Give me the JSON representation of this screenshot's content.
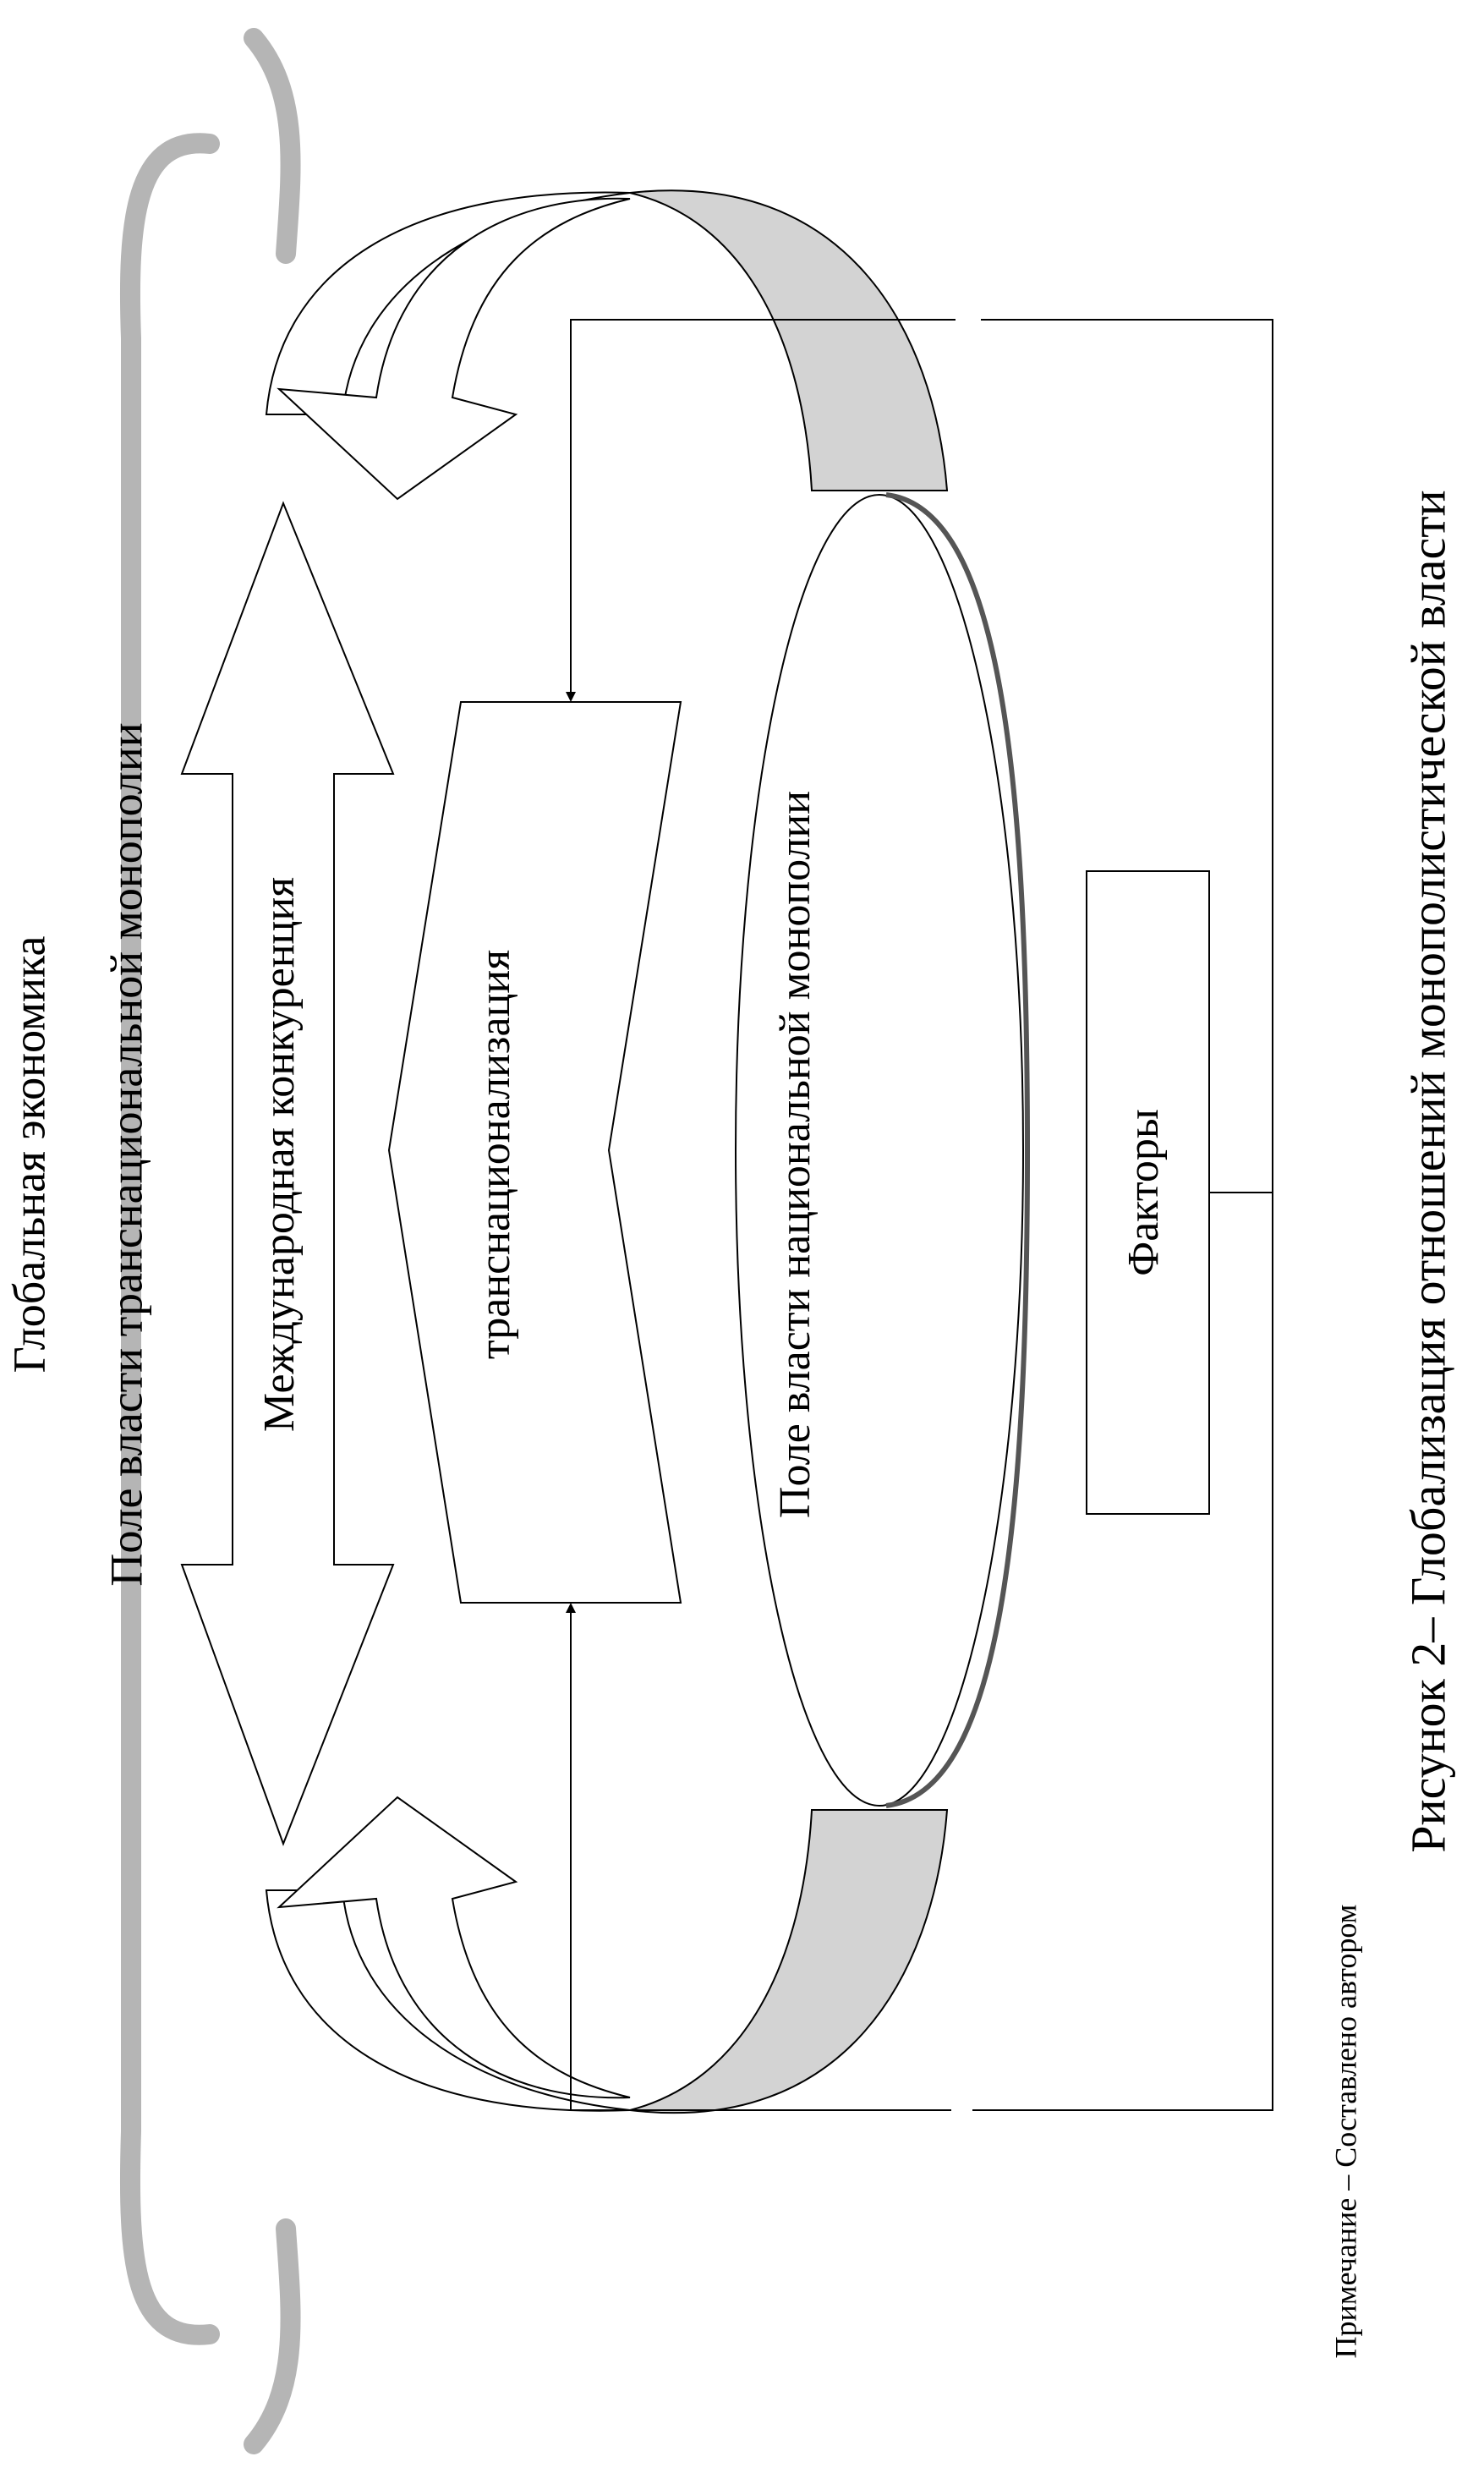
{
  "labels": {
    "global_economy": "Глобальная экономика",
    "transnational_field": "Поле власти транснациональной монополии",
    "international_competition": "Международная конкуренция",
    "transnationalization": "транснационализация",
    "national_field": "Поле власти национальной монополии",
    "factors": "Факторы"
  },
  "note": "Примечание – Составлено автором",
  "caption": "Рисунок 2– Глобализация отношений монополистической власти",
  "colors": {
    "band_fill": "#d3d3d3",
    "outer_arc": "#b5b5b5",
    "stroke": "#000000"
  }
}
